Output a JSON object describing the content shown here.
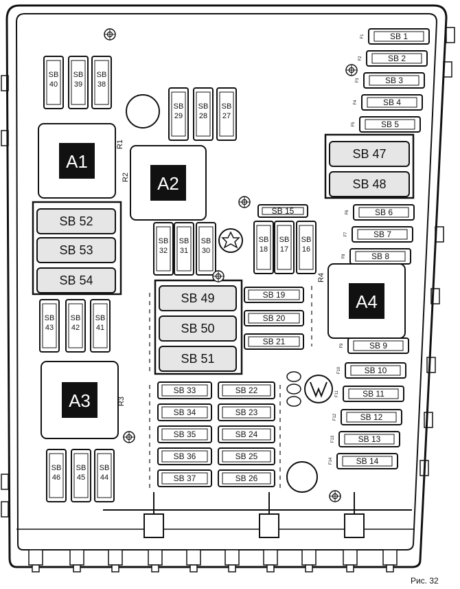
{
  "caption": "Рис. 32",
  "colors": {
    "line": "#111111",
    "relay": "#111111",
    "relay_text": "#ffffff",
    "fuse_fill": "#ffffff",
    "big_fuse_fill": "#e6e6e6"
  },
  "relays": [
    {
      "id": "r1",
      "label": "A1",
      "sub": "R1"
    },
    {
      "id": "r2",
      "label": "A2",
      "sub": "R2"
    },
    {
      "id": "r3",
      "label": "A3",
      "sub": "R3"
    },
    {
      "id": "r4",
      "label": "A4",
      "sub": "R4"
    }
  ],
  "right_column": [
    {
      "label": "SB 1",
      "tag": "F1"
    },
    {
      "label": "SB 2",
      "tag": "F2"
    },
    {
      "label": "SB 3",
      "tag": "F3"
    },
    {
      "label": "SB 4",
      "tag": "F4"
    },
    {
      "label": "SB 5",
      "tag": "F5"
    },
    {
      "label": "SB 6",
      "tag": "F6"
    },
    {
      "label": "SB 7",
      "tag": "F7"
    },
    {
      "label": "SB 8",
      "tag": "F8"
    },
    {
      "label": "SB 9",
      "tag": "F9"
    },
    {
      "label": "SB 10",
      "tag": "F10"
    },
    {
      "label": "SB 11",
      "tag": "F11"
    },
    {
      "label": "SB 12",
      "tag": "F12"
    },
    {
      "label": "SB 13",
      "tag": "F13"
    },
    {
      "label": "SB 14",
      "tag": "F14"
    }
  ],
  "big_fuses": [
    {
      "label": "SB 47"
    },
    {
      "label": "SB 48"
    },
    {
      "label": "SB 52"
    },
    {
      "label": "SB 53"
    },
    {
      "label": "SB 54"
    },
    {
      "label": "SB 49"
    },
    {
      "label": "SB 50"
    },
    {
      "label": "SB 51"
    }
  ],
  "mid_fuses": [
    {
      "label": "SB 15"
    },
    {
      "label": "SB 19"
    },
    {
      "label": "SB 20"
    },
    {
      "label": "SB 21"
    },
    {
      "label": "SB 33"
    },
    {
      "label": "SB 34"
    },
    {
      "label": "SB 35"
    },
    {
      "label": "SB 36"
    },
    {
      "label": "SB 37"
    },
    {
      "label": "SB 22"
    },
    {
      "label": "SB 23"
    },
    {
      "label": "SB 24"
    },
    {
      "label": "SB 25"
    },
    {
      "label": "SB 26"
    }
  ],
  "vertical_fuses": [
    {
      "label": "SB 40"
    },
    {
      "label": "SB 39"
    },
    {
      "label": "SB 38"
    },
    {
      "label": "SB 29"
    },
    {
      "label": "SB 28"
    },
    {
      "label": "SB 27"
    },
    {
      "label": "SB 32"
    },
    {
      "label": "SB 31"
    },
    {
      "label": "SB 30"
    },
    {
      "label": "SB 18"
    },
    {
      "label": "SB 17"
    },
    {
      "label": "SB 16"
    },
    {
      "label": "SB 43"
    },
    {
      "label": "SB 42"
    },
    {
      "label": "SB 41"
    },
    {
      "label": "SB 46"
    },
    {
      "label": "SB 45"
    },
    {
      "label": "SB 44"
    }
  ]
}
